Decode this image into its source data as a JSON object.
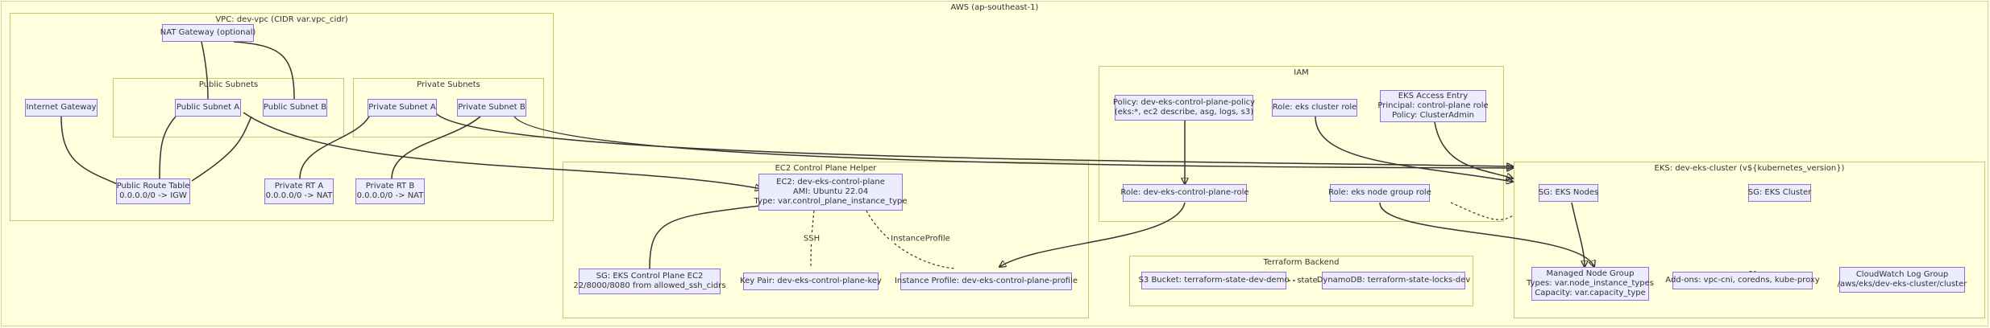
{
  "diagram": {
    "title": "AWS (ap-southeast-1)",
    "clusters": {
      "vpc": "VPC: dev-vpc (CIDR var.vpc_cidr)",
      "public_subnets": "Public Subnets",
      "private_subnets": "Private Subnets",
      "ec2_helper": "EC2 Control Plane Helper",
      "iam": "IAM",
      "terraform_backend": "Terraform Backend",
      "eks": "EKS: dev-eks-cluster (v${kubernetes_version})"
    },
    "nodes": {
      "nat_gateway": [
        "NAT Gateway (optional)"
      ],
      "internet_gateway": [
        "Internet Gateway"
      ],
      "public_subnet_a": [
        "Public Subnet A"
      ],
      "public_subnet_b": [
        "Public Subnet B"
      ],
      "private_subnet_a": [
        "Private Subnet A"
      ],
      "private_subnet_b": [
        "Private Subnet B"
      ],
      "public_route_table": [
        "Public Route Table",
        "0.0.0.0/0 -> IGW"
      ],
      "private_rt_a": [
        "Private RT A",
        "0.0.0.0/0 -> NAT"
      ],
      "private_rt_b": [
        "Private RT B",
        "0.0.0.0/0 -> NAT"
      ],
      "ec2_control_plane": [
        "EC2: dev-eks-control-plane",
        "AMI: Ubuntu 22.04",
        "Type: var.control_plane_instance_type"
      ],
      "sg_ec2": [
        "SG: EKS Control Plane EC2",
        "22/8000/8080 from allowed_ssh_cidrs"
      ],
      "key_pair": [
        "Key Pair: dev-eks-control-plane-key"
      ],
      "instance_profile": [
        "Instance Profile: dev-eks-control-plane-profile"
      ],
      "policy": [
        "Policy: dev-eks-control-plane-policy",
        "(eks:*, ec2 describe, asg, logs, s3)"
      ],
      "role_cluster": [
        "Role: eks cluster role"
      ],
      "access_entry": [
        "EKS Access Entry",
        "Principal: control-plane role",
        "Policy: ClusterAdmin"
      ],
      "role_control_plane": [
        "Role: dev-eks-control-plane-role"
      ],
      "role_node_group": [
        "Role: eks node group role"
      ],
      "s3_bucket": [
        "S3 Bucket: terraform-state-dev-demo"
      ],
      "dynamodb": [
        "DynamoDB: terraform-state-locks-dev"
      ],
      "sg_eks_nodes": [
        "SG: EKS Nodes"
      ],
      "sg_eks_cluster": [
        "SG: EKS Cluster"
      ],
      "managed_node_group": [
        "Managed Node Group",
        "Types: var.node_instance_types",
        "Capacity: var.capacity_type"
      ],
      "addons": [
        "Add-ons: vpc-cni, coredns, kube-proxy"
      ],
      "cloudwatch": [
        "CloudWatch Log Group",
        "/aws/eks/dev-eks-cluster/cluster"
      ]
    },
    "edge_labels": {
      "ssh": "SSH",
      "instance_profile": "InstanceProfile",
      "state": "state"
    }
  }
}
